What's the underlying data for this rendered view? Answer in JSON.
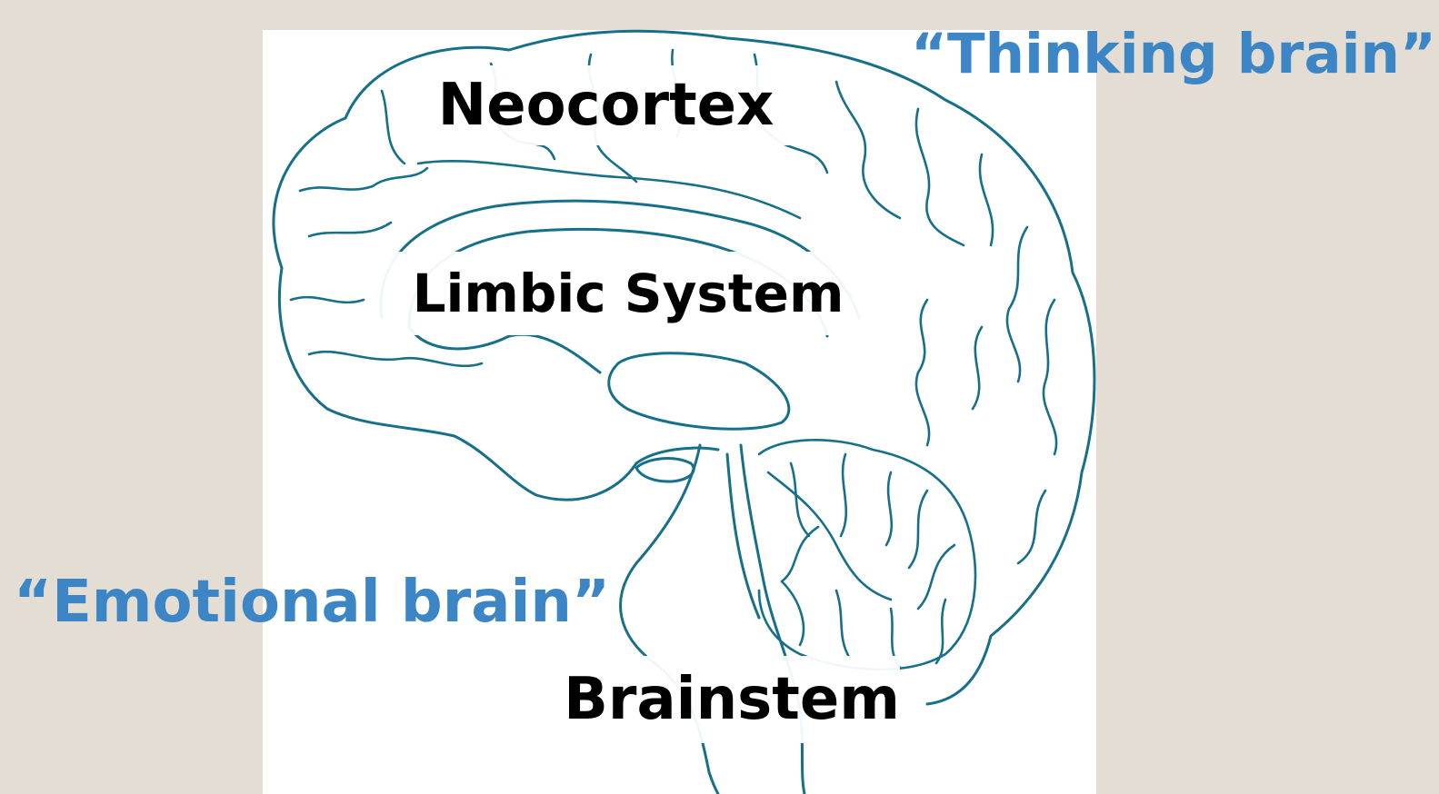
{
  "colors": {
    "background": "#e3ddd3",
    "panel": "#ffffff",
    "outline": "#17708a",
    "nickname_text": "#3d86c6",
    "region_text": "#000000"
  },
  "regions": {
    "neocortex": "Neocortex",
    "limbic": "Limbic System",
    "brainstem": "Brainstem"
  },
  "nicknames": {
    "thinking": "“Thinking brain”",
    "emotional": "“Emotional brain”"
  }
}
